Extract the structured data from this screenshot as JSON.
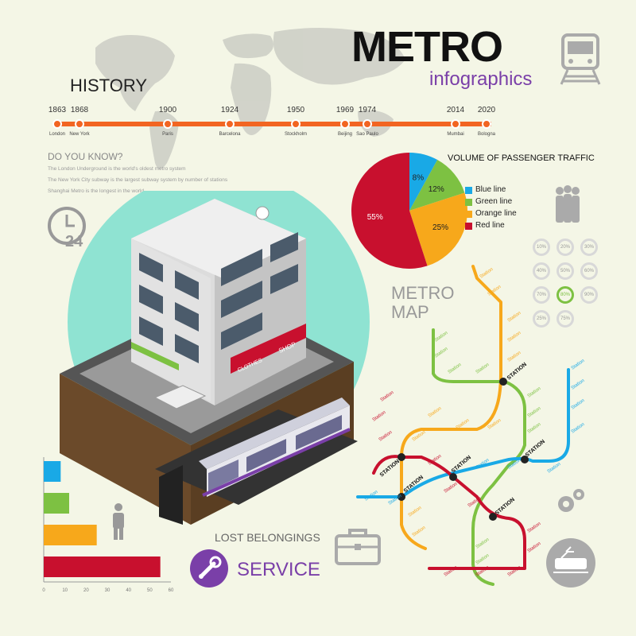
{
  "title": "METRO",
  "subtitle": "infographics",
  "history": {
    "heading": "HISTORY",
    "years": [
      "1863",
      "1868",
      "1900",
      "1924",
      "1950",
      "1969",
      "1974",
      "2014",
      "2020"
    ],
    "cities": [
      "London",
      "New York",
      "Paris",
      "Barcelona",
      "Stockholm",
      "Beijing",
      "Sao Paulo",
      "Mumbai",
      "Bologna"
    ]
  },
  "did_you_know": {
    "heading": "DO YOU KNOW?",
    "facts": [
      "The London Underground is the world's oldest metro system",
      "The New York City subway is the largest subway system by number of stations",
      "Shanghai Metro  is the longest in the world"
    ]
  },
  "clock_label": "24",
  "building_signs": {
    "clothes": "CLOTHES",
    "shop": "SHOP"
  },
  "pie": {
    "title": "VOLUME OF PASSENGER TRAFFIC",
    "slices": [
      {
        "label": "Blue line",
        "value": 8,
        "text": "8%",
        "color": "#19a9e6"
      },
      {
        "label": "Green line",
        "value": 12,
        "text": "12%",
        "color": "#7dc142"
      },
      {
        "label": "Orange line",
        "value": 25,
        "text": "25%",
        "color": "#f7a81b"
      },
      {
        "label": "Red line",
        "value": 55,
        "text": "55%",
        "color": "#c8102e"
      }
    ]
  },
  "percent_grid": [
    "10%",
    "20%",
    "30%",
    "40%",
    "50%",
    "60%",
    "70%",
    "80%",
    "90%",
    "25%",
    "75%"
  ],
  "percent_highlight": "80%",
  "metro_map": {
    "line1": "METRO",
    "line2": "MAP",
    "station_word": "Station",
    "interchange_word": "STATION"
  },
  "bars": {
    "values": [
      {
        "value": 8,
        "color": "#19a9e6"
      },
      {
        "value": 12,
        "color": "#7dc142"
      },
      {
        "value": 25,
        "color": "#f7a81b"
      },
      {
        "value": 55,
        "color": "#c8102e"
      }
    ],
    "ticks": [
      "0",
      "10",
      "20",
      "30",
      "40",
      "50",
      "60"
    ],
    "xmax": 60
  },
  "lost_belongings": "LOST BELONGINGS",
  "service": "SERVICE",
  "colors": {
    "purple": "#7a3fa8",
    "timeline": "#f26522",
    "map_circle": "#8fe3d2"
  }
}
